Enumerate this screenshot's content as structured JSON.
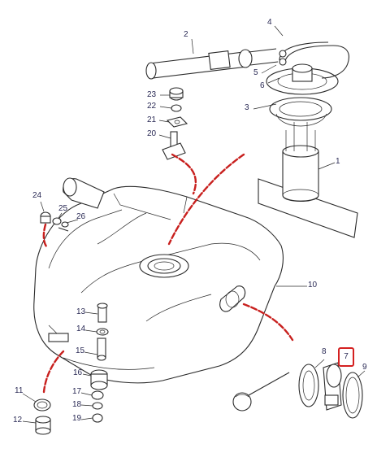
{
  "diagram": {
    "callouts": {
      "c1": "1",
      "c2": "2",
      "c3": "3",
      "c4": "4",
      "c5": "5",
      "c6": "6",
      "c7": "7",
      "c8": "8",
      "c9": "9",
      "c10": "10",
      "c11": "11",
      "c12": "12",
      "c13": "13",
      "c14": "14",
      "c15": "15",
      "c16": "16",
      "c17": "17",
      "c18": "18",
      "c19": "19",
      "c20": "20",
      "c21": "21",
      "c22": "22",
      "c23": "23",
      "c24": "24",
      "c25": "25",
      "c26": "26"
    },
    "highlighted_callout": "7",
    "colors": {
      "ink": "#2a2a2a",
      "leader_red": "#c8201e",
      "highlight_box": "#d42020",
      "label_text": "#2a2a55"
    }
  }
}
